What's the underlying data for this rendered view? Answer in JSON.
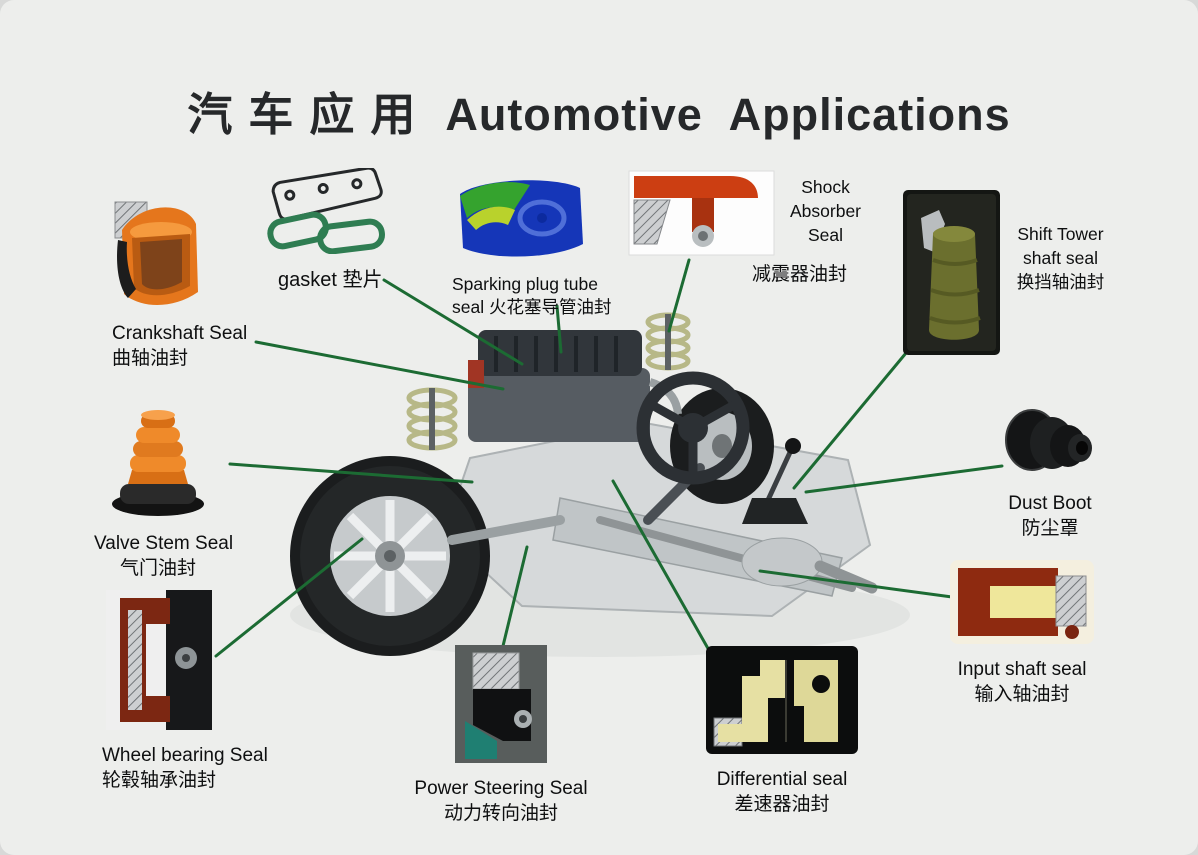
{
  "title": {
    "zh": "汽车应用",
    "en": "Automotive  Applications"
  },
  "colors": {
    "background": "#edeeec",
    "callout_line": "#1c6b33",
    "title": "#26282a",
    "label": "#0e0f10"
  },
  "callouts": [
    {
      "id": "crankshaft-seal",
      "en": "Crankshaft Seal",
      "zh": "曲轴油封"
    },
    {
      "id": "gasket",
      "en": "gasket",
      "zh": "垫片"
    },
    {
      "id": "sparking-plug-tube-seal",
      "en_lines": [
        "Sparking plug tube",
        "seal"
      ],
      "zh": "火花塞导管油封"
    },
    {
      "id": "shock-absorber-seal",
      "en_lines": [
        "Shock",
        "Absorber",
        "Seal"
      ],
      "zh": "减震器油封"
    },
    {
      "id": "shift-tower-shaft-seal",
      "en_lines": [
        "Shift Tower",
        "shaft seal"
      ],
      "zh": "换挡轴油封"
    },
    {
      "id": "valve-stem-seal",
      "en": "Valve Stem Seal",
      "zh": "气门油封"
    },
    {
      "id": "dust-boot",
      "en": "Dust Boot",
      "zh": "防尘罩"
    },
    {
      "id": "input-shaft-seal",
      "en": "Input shaft seal",
      "zh": "输入轴油封"
    },
    {
      "id": "wheel-bearing-seal",
      "en": "Wheel bearing Seal",
      "zh": "轮毂轴承油封"
    },
    {
      "id": "power-steering-seal",
      "en": "Power Steering Seal",
      "zh": "动力转向油封"
    },
    {
      "id": "differential-seal",
      "en": "Differential seal",
      "zh": "差速器油封"
    }
  ]
}
